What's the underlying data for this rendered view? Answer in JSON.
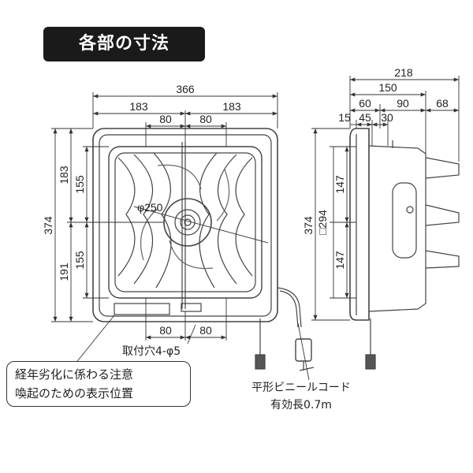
{
  "title": "各部の寸法",
  "colors": {
    "title_bg": "#1a1a1a",
    "line": "#333333",
    "frame": "#555555"
  },
  "front_view": {
    "width_total": "366",
    "half_left": "183",
    "half_right": "183",
    "top_slot_left": "80",
    "top_slot_right": "80",
    "bottom_slot_left": "80",
    "bottom_slot_right": "80",
    "height_total": "374",
    "upper_part": "183",
    "lower_part": "191",
    "upper_inner": "155",
    "lower_inner": "155",
    "fan_diameter": "φ250"
  },
  "side_view": {
    "depth_total": "218",
    "depth_150": "150",
    "depth_60": "60",
    "depth_90": "90",
    "depth_68": "68",
    "depth_15": "15",
    "depth_45": "45",
    "depth_30": "30",
    "height_total": "374",
    "opening_size": "□294",
    "upper_147": "147",
    "lower_147": "147"
  },
  "labels": {
    "mounting_holes": "取付穴4-φ5",
    "cord_line1": "平形ビニールコード",
    "cord_line2": "有効長0.7m"
  },
  "warning": {
    "line1": "経年劣化に係わる注意",
    "line2": "喚起のための表示位置"
  }
}
